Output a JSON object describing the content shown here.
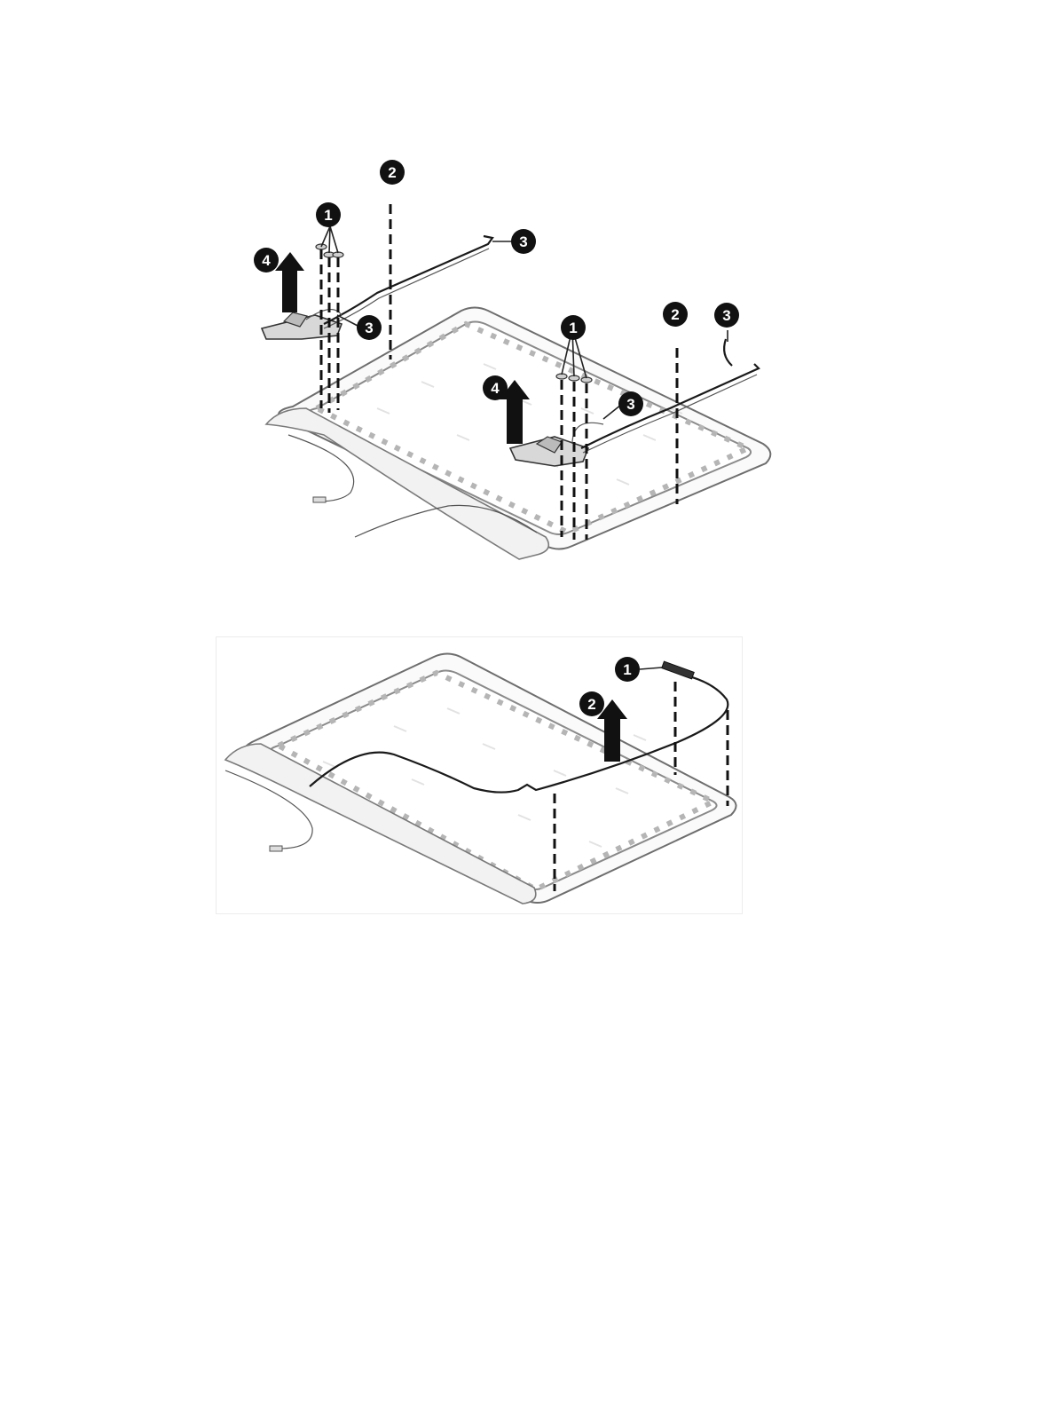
{
  "figure_1": {
    "callouts": {
      "c1a": "1",
      "c2a": "2",
      "c3a": "3",
      "c3b": "3",
      "c4a": "4",
      "c1b": "1",
      "c2b": "2",
      "c3c": "3",
      "c3d": "3",
      "c4b": "4"
    }
  },
  "figure_2": {
    "callouts": {
      "c1": "1",
      "c2": "2"
    }
  },
  "colors": {
    "callout_fill": "#111111",
    "callout_text": "#ffffff",
    "line": "#111111"
  }
}
